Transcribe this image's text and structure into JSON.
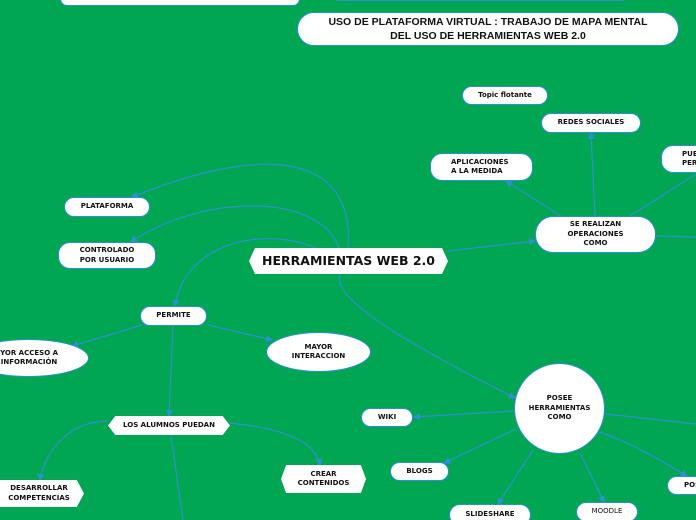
{
  "colors": {
    "background": "#00a651",
    "connector": "#2d8fd5",
    "node_fill": "#ffffff"
  },
  "title": "USO DE PLATAFORMA VIRTUAL : TRABAJO DE MAPA MENTAL\nDEL USO DE HERRAMIENTAS WEB 2.0",
  "central": "HERRAMIENTAS WEB 2.0",
  "nodes": {
    "topic_flotante": "Topic flotante",
    "redes_sociales": "REDES SOCIALES",
    "aplicaciones": "APLICACIONES\nA LA MEDIDA",
    "pue": "PUE\nPER",
    "se_realizan": "SE REALIZAN\nOPERACIONES\nCOMO",
    "plataforma": "PLATAFORMA",
    "controlado": "CONTROLADO\nPOR USUARIO",
    "permite": "PERMITE",
    "mayor_acceso": "YOR ACCESO A\nINFORMACIÓN",
    "mayor_interaccion": "MAYOR\nINTERACCION",
    "alumnos": "LOS ALUMNOS PUEDAN",
    "desarrollar": "DESARROLLAR\nCOMPETENCIAS",
    "crear": "CREAR\nCONTENIDOS",
    "posee": "POSEE\nHERRAMIENTAS\nCOMO",
    "wiki": "WIKI",
    "blogs": "BLOGS",
    "slideshare": "SLIDESHARE",
    "moodle": "MOODLE",
    "pos": "POS"
  }
}
